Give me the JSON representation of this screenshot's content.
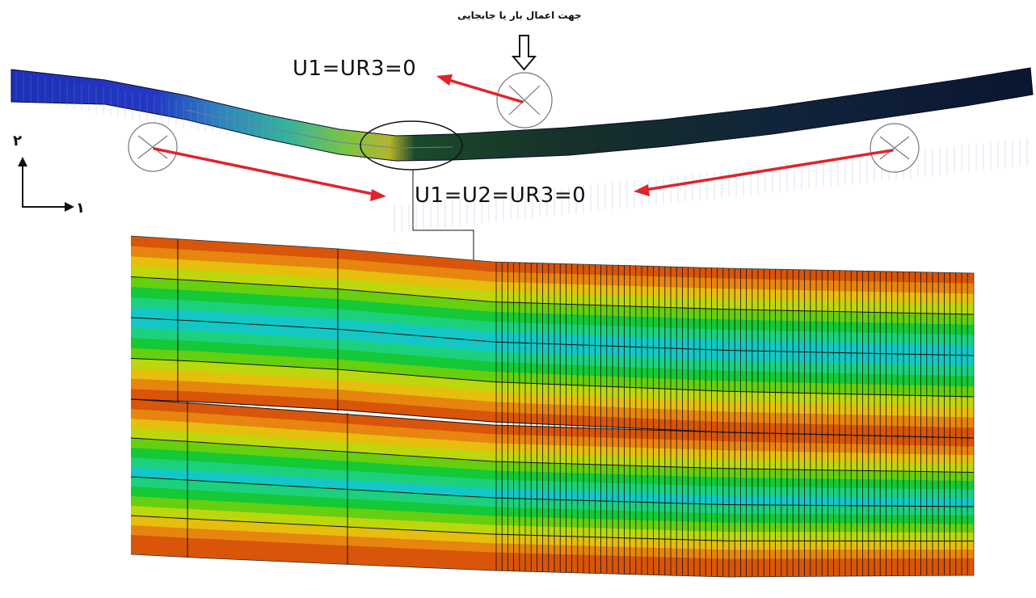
{
  "labels": {
    "load_direction": "جهت اعمال بار یا جابجایی",
    "roller_condition": "U1=UR3=0",
    "support_condition": "U1=U2=UR3=0",
    "axis_1": "۱",
    "axis_2": "۲"
  },
  "colors": {
    "arrow": "#e0242b",
    "beam_left": "#1d2fb8",
    "beam_right": "#0c1a33",
    "contour": [
      "#d8550a",
      "#e7850f",
      "#e6be0e",
      "#bdd70d",
      "#66cf10",
      "#14c836",
      "#1cd07e",
      "#13c8c4"
    ],
    "mesh_line": "#111111"
  },
  "icons": [
    "roller-support-icon",
    "load-arrow-icon",
    "axis-triad-icon"
  ]
}
